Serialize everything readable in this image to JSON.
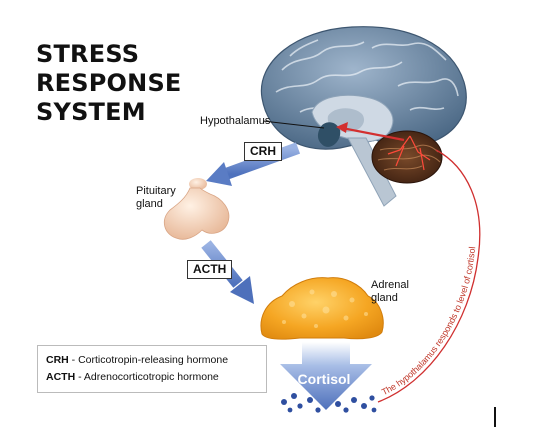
{
  "title_lines": [
    "STRESS",
    "RESPONSE",
    "SYSTEM"
  ],
  "labels": {
    "hypothalamus": "Hypothalamus",
    "pituitary": "Pituitary gland",
    "adrenal": "Adrenal gland",
    "cortisol": "Cortisol"
  },
  "tags": {
    "crh": "CRH",
    "acth": "ACTH"
  },
  "feedback_text": "The hypothalamus responds to level of cortisol",
  "legend": [
    {
      "abbr": "CRH",
      "text": " - Corticotropin-releasing hormone"
    },
    {
      "abbr": "ACTH",
      "text": " - Adrenocorticotropic hormone"
    }
  ],
  "colors": {
    "flow_arrow": "#6f8fcf",
    "feedback": "#d03030",
    "brain": "#5b7a99",
    "adrenal": "#f0a020",
    "pituitary": "#f2cdb0"
  }
}
